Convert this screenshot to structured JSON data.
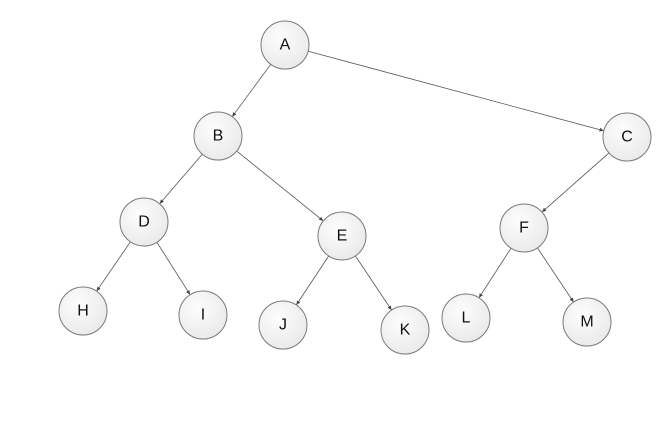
{
  "diagram": {
    "type": "tree",
    "nodes": [
      {
        "id": "A",
        "label": "A"
      },
      {
        "id": "B",
        "label": "B"
      },
      {
        "id": "C",
        "label": "C"
      },
      {
        "id": "D",
        "label": "D"
      },
      {
        "id": "E",
        "label": "E"
      },
      {
        "id": "F",
        "label": "F"
      },
      {
        "id": "H",
        "label": "H"
      },
      {
        "id": "I",
        "label": "I"
      },
      {
        "id": "J",
        "label": "J"
      },
      {
        "id": "K",
        "label": "K"
      },
      {
        "id": "L",
        "label": "L"
      },
      {
        "id": "M",
        "label": "M"
      }
    ],
    "edges": [
      {
        "from": "A",
        "to": "B"
      },
      {
        "from": "A",
        "to": "C"
      },
      {
        "from": "B",
        "to": "D"
      },
      {
        "from": "B",
        "to": "E"
      },
      {
        "from": "C",
        "to": "F"
      },
      {
        "from": "D",
        "to": "H"
      },
      {
        "from": "D",
        "to": "I"
      },
      {
        "from": "E",
        "to": "J"
      },
      {
        "from": "E",
        "to": "K"
      },
      {
        "from": "F",
        "to": "L"
      },
      {
        "from": "F",
        "to": "M"
      }
    ]
  }
}
